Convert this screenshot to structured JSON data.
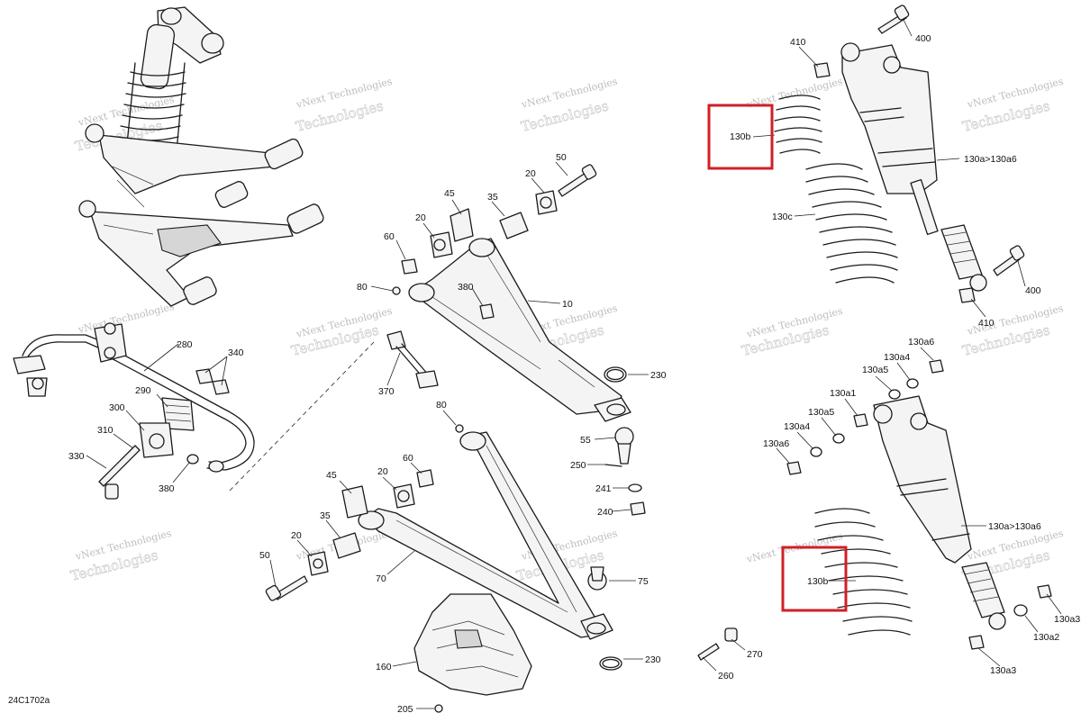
{
  "figure_code": "24C1702a",
  "watermark": {
    "line1": "vNext Technologies",
    "line2": "Technologies"
  },
  "labels": {
    "l400a": "400",
    "l410a": "410",
    "l130b_top": "130b",
    "l130a_top": "130a>130a6",
    "l130c": "130c",
    "l400b": "400",
    "l410b": "410",
    "l50a": "50",
    "l20a": "20",
    "l45a": "45",
    "l35a": "35",
    "l20b": "20",
    "l60a": "60",
    "l80a": "80",
    "l380a": "380",
    "l10": "10",
    "l230a": "230",
    "l370": "370",
    "l280": "280",
    "l340": "340",
    "l290": "290",
    "l300": "300",
    "l310": "310",
    "l330": "330",
    "l380b": "380",
    "l80b": "80",
    "l55": "55",
    "l250": "250",
    "l241": "241",
    "l240": "240",
    "l45b": "45",
    "l20c": "20",
    "l60b": "60",
    "l35b": "35",
    "l20d": "20",
    "l50b": "50",
    "l70": "70",
    "l75": "75",
    "l160": "160",
    "l230b": "230",
    "l205": "205",
    "l260": "260",
    "l270": "270",
    "l130a6_a": "130a6",
    "l130a4_a": "130a4",
    "l130a5_a": "130a5",
    "l130a1": "130a1",
    "l130a5_b": "130a5",
    "l130a4_b": "130a4",
    "l130a6_b": "130a6",
    "l130a_bot": "130a>130a6",
    "l130b_bot": "130b",
    "l130a3_a": "130a3",
    "l130a2": "130a2",
    "l130a3_b": "130a3"
  },
  "highlight_color": "#d11f26"
}
